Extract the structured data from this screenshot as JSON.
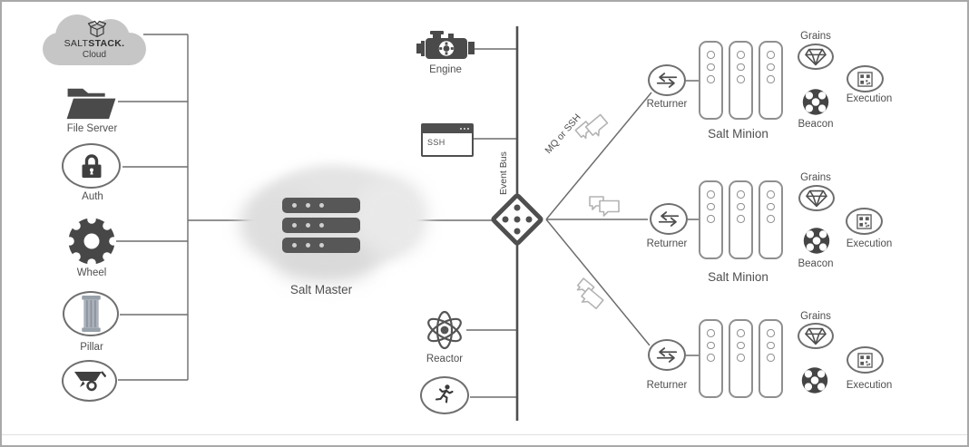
{
  "colors": {
    "line": "#6d6d6d",
    "event_bus_line": "#4f4f4f",
    "dark_icon": "#4a4a4a",
    "label_text": "#4f4f4f",
    "cloud_fill": "#c6c6c6",
    "master_blob": "#e2e2e2",
    "node_outline": "#6f6f6f",
    "rack_outline": "#8f8f8f",
    "chat_outline": "#b3b3b3",
    "pillar_fill": "#a8afb8"
  },
  "cloud": {
    "brand_left": "SALT",
    "brand_right": "STACK.",
    "label": "Cloud"
  },
  "left_nodes": {
    "file_server_label": "File Server",
    "auth_label": "Auth",
    "wheel_label": "Wheel",
    "pillar_label": "Pillar"
  },
  "master_label": "Salt Master",
  "event_bus_label": "Event Bus",
  "engine_label": "Engine",
  "ssh_label": "SSH",
  "reactor_label": "Reactor",
  "transport_label": "MQ or SSH",
  "groups": [
    {
      "returner": "Returner",
      "minion": "Salt Minion",
      "grains": "Grains",
      "beacon": "Beacon",
      "execution": "Execution"
    },
    {
      "returner": "Returner",
      "minion": "Salt Minion",
      "grains": "Grains",
      "beacon": "Beacon",
      "execution": "Execution"
    },
    {
      "returner": "Returner",
      "grains": "Grains",
      "execution": "Execution"
    }
  ],
  "icons": {
    "package-icon": "open cardboard box on cloud",
    "folder-icon": "open folder",
    "padlock-icon": "closed padlock in oval",
    "wheel-icon": "notched dark wheel",
    "pillar-icon": "classical column in oval",
    "wheelbarrow-icon": "wheelbarrow in oval",
    "server-stack-icon": "three stacked server bars",
    "engine-icon": "engine block with gear",
    "ssh-window-icon": "terminal window",
    "reactor-icon": "atom symbol",
    "runner-icon": "running figure in oval",
    "event-router-icon": "diamond with five dots",
    "chat-icon": "two overlapping speech bubbles",
    "returner-icon": "left and right arrows in oval",
    "minion-rack-icon": "server tower with three round ports",
    "grains-icon": "gem in oval",
    "beacon-icon": "dark four-spoke wheel",
    "execution-icon": "qr code in oval"
  }
}
